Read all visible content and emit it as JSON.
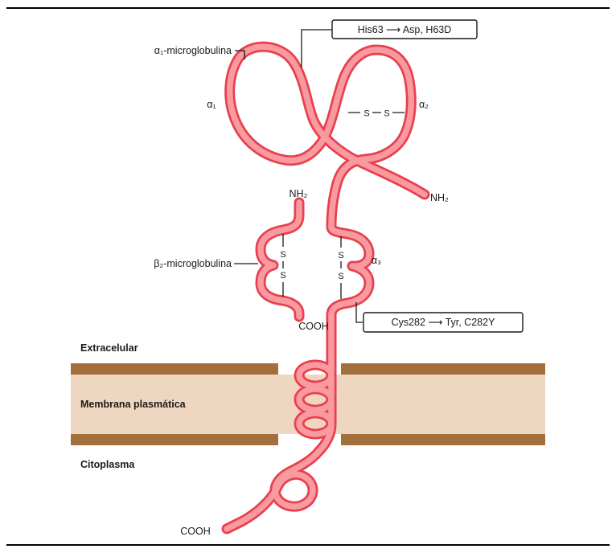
{
  "figure": {
    "callouts": {
      "his63": {
        "text": "His63 ⟶ Asp, H63D"
      },
      "cys282": {
        "text": "Cys282 ⟶ Tyr, C282Y"
      }
    },
    "protein": {
      "labels": {
        "alpha1_micro": "α₁-microglobulina",
        "beta2_micro": "β₂-microglobulina",
        "alpha1": "α₁",
        "alpha2": "α₂",
        "alpha3": "α₃",
        "nh2_beta2m": "NH₂",
        "nh2_chain": "NH₂",
        "cooh_beta2m": "COOH",
        "cooh_tail": "COOH",
        "sulfur": "S"
      },
      "colors": {
        "outline": "#e8404e",
        "fill": "#f99aa0"
      }
    },
    "membrane": {
      "labels": {
        "extracellular": "Extracelular",
        "plasma_membrane": "Membrana plasmática",
        "cytoplasm": "Citoplasma"
      },
      "colors": {
        "bar": "#a26f3d",
        "fill": "#efd6c0"
      }
    }
  }
}
